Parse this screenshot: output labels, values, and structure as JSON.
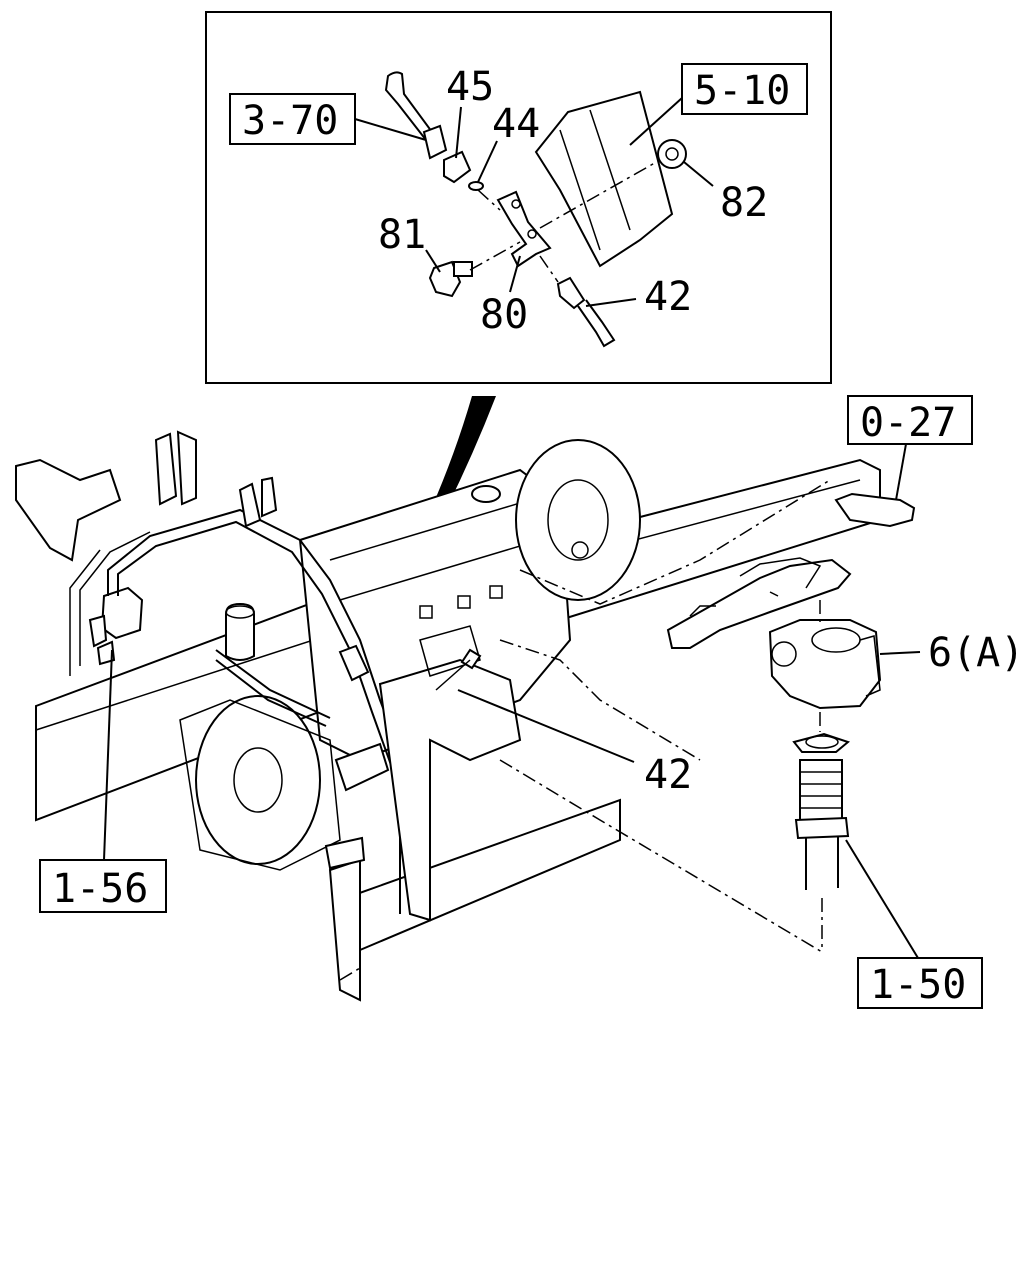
{
  "callouts": {
    "c_3_70": "3-70",
    "c_45": "45",
    "c_44": "44",
    "c_5_10": "5-10",
    "c_82": "82",
    "c_81": "81",
    "c_80": "80",
    "c_42_top": "42",
    "c_0_27": "0-27",
    "c_6a": "6(A)",
    "c_42_main": "42",
    "c_1_56": "1-56",
    "c_1_50": "1-50"
  }
}
